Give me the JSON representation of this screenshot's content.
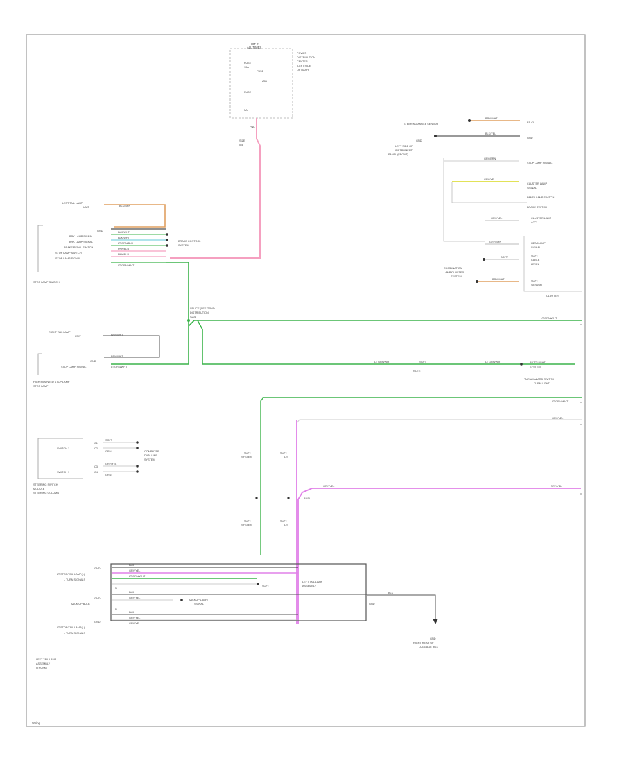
{
  "page_label": "Wiring",
  "fuse_block": {
    "title_1": "HOT IN",
    "title_2": "ALL TIMES",
    "fuse_a_1": "FUSE",
    "fuse_a_2": "10A",
    "fuse_b_1": "FUSE",
    "fuse_b_2": "20A",
    "fuse_c_1": "FUSE",
    "fuse_c_2": "5A",
    "side_1": "POWER",
    "side_2": "DISTRIBUTION",
    "side_3": "CENTER",
    "side_4": "(LEFT SIDE",
    "side_5": "OF DASH)",
    "wire_1": "PNK",
    "wire_2": "SIZE",
    "wire_3": "0.5"
  },
  "stop_lamp_switch": {
    "left_label_1": "LEFT TAIL LAMP",
    "left_label_2": "UNIT",
    "pin_1": "GND",
    "pin_2": "BRK LAMP SIGNAL",
    "pin_3": "BRK LAMP SIGNAL",
    "pin_4": "BRAKE PEDAL SWITCH",
    "pin_5": "STOP LAMP SWITCH",
    "pin_6": "STOP LAMP SIGNAL",
    "caption": "STOP LAMP SWITCH",
    "wire_1": "BLK/BRN",
    "wire_2": "BLK/WHT",
    "wire_3": "BLK/WHT",
    "wire_4": "LT GRN/BLU",
    "wire_5": "PNK/BLU",
    "wire_6": "PNK/BLU",
    "wire_7": "LT GRN/WHT",
    "dest_1": "BRAKE CONTROL",
    "dest_2": "SYSTEM"
  },
  "center_stop_lamp": {
    "top_label_1": "RIGHT TAIL LAMP",
    "top_label_2": "UNIT",
    "pin_1": "GND",
    "pin_2": "STOP LAMP SIGNAL",
    "wire_1": "BRN/WHT",
    "wire_2": "BRN/WHT",
    "wire_3": "LT GRN/WHT",
    "caption_1": "HIGH MOUNTED STOP LAMP",
    "caption_2": "STOP LAMP",
    "splice_1": "SPLICE (SEE GRND",
    "splice_2": "DISTRIBUTION)",
    "splice_3": "S201"
  },
  "right_modules": {
    "top_1": "STEERING ANGLE SENSOR",
    "top_1_wire": "BRN/WHT",
    "top_1_dest": "ES-CU",
    "top_2": "GND",
    "top_2_wire": "BLK/YEL",
    "top_2_dest": "GND",
    "mid_1": "LEFT SIDE OF",
    "mid_2": "INSTRUMENT",
    "mid_3": "PANEL (FRONT)",
    "r_1_wire": "GRY/BRN",
    "r_1": "STOP LAMP SIGNAL",
    "r_2_wire": "GRY/YEL",
    "r_2": "CLUSTER LAMP",
    "r_2b": "SIGNAL",
    "r_3": "PANEL LAMP SWITCH",
    "r_4": "BRAKE SWITCH",
    "r_5_wire": "GRY/YEL",
    "r_5": "CLUSTER LAMP",
    "r_5b": "ACC",
    "r_6_wire": "GRY/BRN",
    "r_6": "HEADLAMP",
    "r_6b": "SIGNAL",
    "r_7": "SOFT",
    "r_7b": "CABLE",
    "r_7c": "LEVEL",
    "r_8": "CLUSTER",
    "left_1": "COMBINATION",
    "left_2": "LAMP/CLUSTER",
    "left_3": "SYSTEM",
    "r_8_wire": "BRN/WHT",
    "r_8b": "SOFT",
    "r_8c": "SENSOR",
    "cluster": "CLUSTER"
  },
  "center_bus": {
    "wire_top": "LT GRN/WHT",
    "wire_mid_left": "LT GRN/WHT",
    "wire_mid_mid": "SOFT",
    "wire_mid_right": "LT GRN/WHT",
    "mid_note": "NOTE",
    "dest_a_1": "AUTO LIGHT",
    "dest_a_2": "SYSTEM",
    "dest_b_1": "TURN/HAZARD SWITCH",
    "dest_b_2": "TURN LIGHT",
    "wire_c": "LT GRN/WHT",
    "wire_d": "GRY/YEL",
    "wire_e": "GRY/YEL",
    "wire_e2": "GRY/YEL"
  },
  "branch": {
    "l1": "SOFT",
    "l2": "SYSTEM",
    "m1": "SOFT",
    "m2": "L/S",
    "n1": "ANSI",
    "l3": "SOFT",
    "l4": "SYSTEM",
    "m3": "SOFT",
    "m4": "L/S"
  },
  "steering_switch": {
    "sw_1": "SWITCH 1",
    "sw_2": "SWITCH 1",
    "w1": "SOFT",
    "w2": "GRN",
    "w3": "GRY/YEL",
    "w4": "GRN",
    "p1": "C1",
    "p2": "C2",
    "p3": "C3",
    "p4": "C4",
    "dest_1": "COMPUTER",
    "dest_2": "DATA LINE",
    "dest_3": "SYSTEM",
    "caption_1": "STEERING SWITCH",
    "caption_2": "MODULE",
    "caption_3": "STEERING COLUMN"
  },
  "tail_lamp": {
    "r1": "GND",
    "r2": "LT STOP/TAIL LAMP(L)",
    "r3": "L TURN SIGNALS",
    "r4": "N",
    "r5": "GND",
    "r6": "BACK UP BULB",
    "r7": "N",
    "r8": "GND",
    "r9": "LT STOP/TAIL LAMP(L)",
    "r10": "L TURN SIGNALS",
    "w1": "BLK",
    "w2": "GRY/YEL",
    "w3": "LT GRN/WHT",
    "w4": "BLK",
    "w5": "GRY/YEL",
    "w6": "BLK",
    "w7": "GRY/YEL",
    "w8": "GRY/YEL",
    "inner_1": "BACKUP LAMP/",
    "inner_2": "SIGNAL",
    "soft": "SOFT",
    "big_1": "LEFT TAIL LAMP",
    "big_2": "ASSEMBLY",
    "gnd_wire": "BLK",
    "gnd_pin": "GND",
    "caption_1": "LEFT TAIL LAMP",
    "caption_2": "ASSEMBLY",
    "caption_3": "(TRUNK)",
    "ground_1": "GND",
    "ground_2": "RIGHT REAR OF",
    "ground_3": "LUGGAGE BOX"
  },
  "colors": {
    "pink": "#f5a0c0",
    "magenta": "#e080e8",
    "green": "#3cb44b",
    "orange": "#e0a060",
    "yellow": "#d8d820",
    "cyan": "#60c8d8",
    "frame": "#888888"
  }
}
